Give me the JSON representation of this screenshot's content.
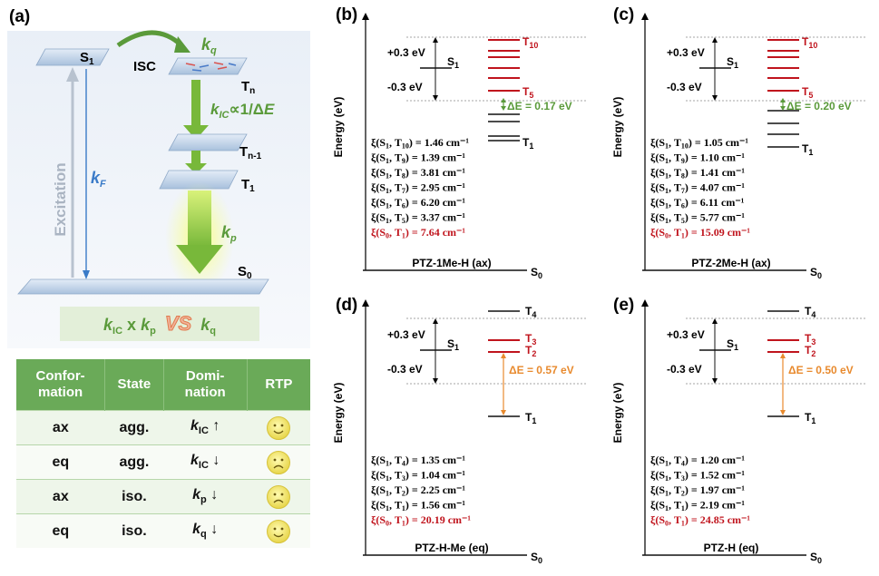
{
  "panel_a": {
    "tag": "(a)",
    "states": {
      "S1": "S",
      "S1_sub": "1",
      "Tn": "T",
      "Tn_sub": "n",
      "Tn1": "T",
      "Tn1_sub": "n-1",
      "T1": "T",
      "T1_sub": "1",
      "S0": "S",
      "S0_sub": "0"
    },
    "isc": "ISC",
    "kq": "k",
    "kq_sub": "q",
    "kic": "k",
    "kic_sub": "IC",
    "kic_rel": "∝1/Δ",
    "kic_E": "E",
    "kf": "k",
    "kf_sub": "F",
    "kp": "k",
    "kp_sub": "p",
    "excitation": "Excitation",
    "compare": {
      "a": "k",
      "a_sub": "IC",
      "x": " x ",
      "b": "k",
      "b_sub": "p",
      "vs": "VS",
      "c": "k",
      "c_sub": "q"
    }
  },
  "table": {
    "headers": [
      "Confor-\nmation",
      "State",
      "Domi-\nnation",
      "RTP"
    ],
    "rows": [
      {
        "conformation": "ax",
        "state": "agg.",
        "k": "k",
        "k_sub": "IC",
        "arrow": "↑",
        "rtp": "happy"
      },
      {
        "conformation": "eq",
        "state": "agg.",
        "k": "k",
        "k_sub": "IC",
        "arrow": "↓",
        "rtp": "sad"
      },
      {
        "conformation": "ax",
        "state": "iso.",
        "k": "k",
        "k_sub": "p",
        "arrow": "↓",
        "rtp": "sad"
      },
      {
        "conformation": "eq",
        "state": "iso.",
        "k": "k",
        "k_sub": "q",
        "arrow": "↓",
        "rtp": "happy"
      }
    ]
  },
  "panels": [
    {
      "tag": "(b)",
      "molecule": "PTZ-1Me-H (ax)",
      "ylabel": "Energy (eV)",
      "plus": "+0.3 eV",
      "minus": "-0.3 eV",
      "S1": "S",
      "S1_sub": "1",
      "S0": "S",
      "S0_sub": "0",
      "top_label": "T",
      "top_sub": "10",
      "mid_label": "T",
      "mid_sub": "5",
      "low_label": "T",
      "low_sub": "1",
      "delta": "ΔE = 0.17 eV",
      "xi": [
        [
          "T",
          "10",
          "1.46"
        ],
        [
          "T",
          "9",
          "1.39"
        ],
        [
          "T",
          "8",
          "3.81"
        ],
        [
          "T",
          "7",
          "2.95"
        ],
        [
          "T",
          "6",
          "6.20"
        ],
        [
          "T",
          "5",
          "3.37"
        ]
      ],
      "xi_red": [
        "S",
        "0",
        "T",
        "1",
        "7.64"
      ],
      "unit": "cm⁻¹"
    },
    {
      "tag": "(c)",
      "molecule": "PTZ-2Me-H (ax)",
      "ylabel": "Energy (eV)",
      "plus": "+0.3 eV",
      "minus": "-0.3 eV",
      "S1": "S",
      "S1_sub": "1",
      "S0": "S",
      "S0_sub": "0",
      "top_label": "T",
      "top_sub": "10",
      "mid_label": "T",
      "mid_sub": "5",
      "low_label": "T",
      "low_sub": "1",
      "delta": "ΔE = 0.20 eV",
      "xi": [
        [
          "T",
          "10",
          "1.05"
        ],
        [
          "T",
          "9",
          "1.10"
        ],
        [
          "T",
          "8",
          "1.41"
        ],
        [
          "T",
          "7",
          "4.07"
        ],
        [
          "T",
          "6",
          "6.11"
        ],
        [
          "T",
          "5",
          "5.77"
        ]
      ],
      "xi_red": [
        "S",
        "0",
        "T",
        "1",
        "15.09"
      ],
      "unit": "cm⁻¹"
    },
    {
      "tag": "(d)",
      "molecule": "PTZ-H-Me (eq)",
      "ylabel": "Energy (eV)",
      "plus": "+0.3 eV",
      "minus": "-0.3 eV",
      "S1": "S",
      "S1_sub": "1",
      "S0": "S",
      "S0_sub": "0",
      "T4": "T",
      "T4_sub": "4",
      "T3": "T",
      "T3_sub": "3",
      "T2": "T",
      "T2_sub": "2",
      "T1": "T",
      "T1_sub": "1",
      "delta": "ΔE = 0.57 eV",
      "xi": [
        [
          "T",
          "4",
          "1.35"
        ],
        [
          "T",
          "3",
          "1.04"
        ],
        [
          "T",
          "2",
          "2.25"
        ],
        [
          "T",
          "1",
          "1.56"
        ]
      ],
      "xi_red": [
        "S",
        "0",
        "T",
        "1",
        "20.19"
      ],
      "unit": "cm⁻¹"
    },
    {
      "tag": "(e)",
      "molecule": "PTZ-H (eq)",
      "ylabel": "Energy (eV)",
      "plus": "+0.3 eV",
      "minus": "-0.3 eV",
      "S1": "S",
      "S1_sub": "1",
      "S0": "S",
      "S0_sub": "0",
      "T4": "T",
      "T4_sub": "4",
      "T3": "T",
      "T3_sub": "3",
      "T2": "T",
      "T2_sub": "2",
      "T1": "T",
      "T1_sub": "1",
      "delta": "ΔE = 0.50 eV",
      "xi": [
        [
          "T",
          "4",
          "1.20"
        ],
        [
          "T",
          "3",
          "1.52"
        ],
        [
          "T",
          "2",
          "1.97"
        ],
        [
          "T",
          "1",
          "2.19"
        ]
      ],
      "xi_red": [
        "S",
        "0",
        "T",
        "1",
        "24.85"
      ],
      "unit": "cm⁻¹"
    }
  ],
  "colors": {
    "red": "#c0141d",
    "green": "#5a9a3a",
    "orange": "#e88a2e",
    "blue": "#3a7bc8",
    "tablehead": "#6aaa58"
  }
}
